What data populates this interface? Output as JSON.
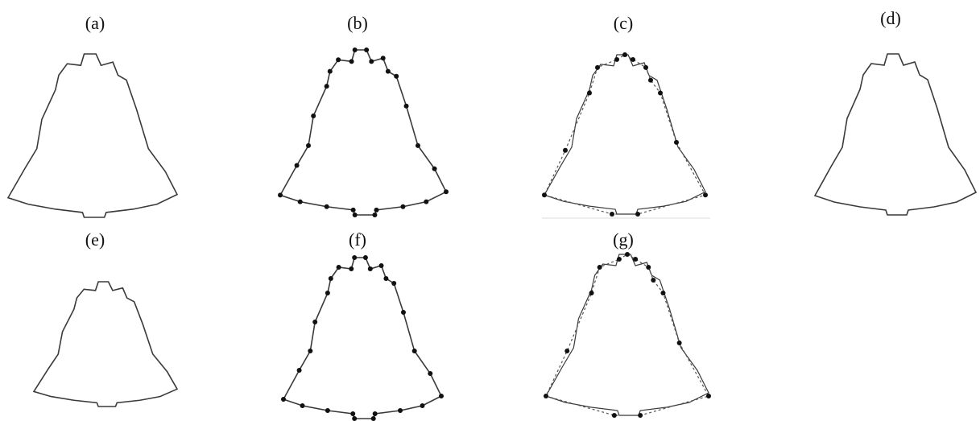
{
  "figure": {
    "panels": [
      {
        "id": "a",
        "label": "(a)",
        "style": "solid",
        "vertex_markers": false
      },
      {
        "id": "b",
        "label": "(b)",
        "style": "solid",
        "vertex_markers": true
      },
      {
        "id": "c",
        "label": "(c)",
        "style": "dashed-overlay",
        "vertex_markers": true
      },
      {
        "id": "d",
        "label": "(d)",
        "style": "solid",
        "vertex_markers": false
      },
      {
        "id": "e",
        "label": "(e)",
        "style": "solid",
        "vertex_markers": false
      },
      {
        "id": "f",
        "label": "(f)",
        "style": "solid",
        "vertex_markers": true
      },
      {
        "id": "g",
        "label": "(g)",
        "style": "dashed-overlay",
        "vertex_markers": true
      }
    ],
    "colors": {
      "stroke": "#3a3a3a",
      "marker": "#111111",
      "dashed": "#555555"
    }
  }
}
